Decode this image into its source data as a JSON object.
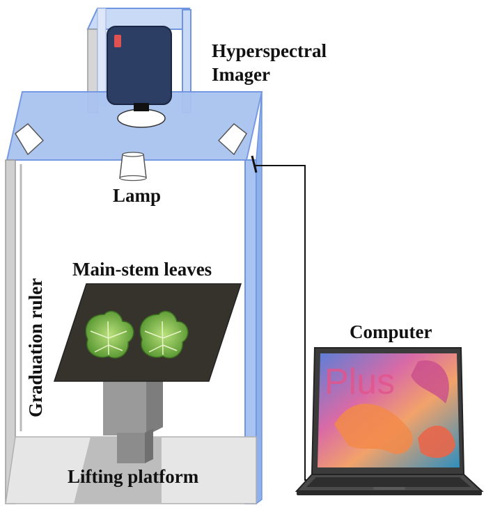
{
  "labels": {
    "hyperspectral_line1": "Hyperspectral",
    "hyperspectral_line2": "Imager",
    "lamp": "Lamp",
    "leaves": "Main-stem leaves",
    "ruler": "Graduation ruler",
    "computer": "Computer",
    "platform": "Lifting platform",
    "screen_text": "Plus"
  },
  "colors": {
    "chamber_blue": "#a9c3f0",
    "chamber_edge": "#6f95e0",
    "camera_body": "#2c3e63",
    "leaf_panel": "#36322c",
    "leaf_green": "#7ab648",
    "platform_gray": "#9a9a9a",
    "laptop_body": "#3b3b3b",
    "screen_accent": "#e2558c"
  },
  "icons": {
    "camera": "hyperspectral-camera-icon",
    "lamp": "lamp-icon",
    "leaf": "cotton-leaf-icon",
    "laptop": "laptop-icon"
  }
}
